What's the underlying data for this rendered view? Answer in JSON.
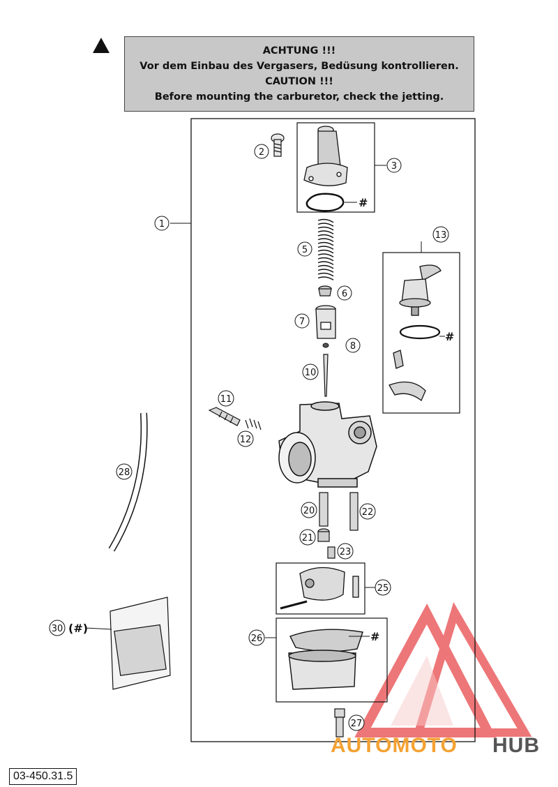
{
  "warning": {
    "line1": "ACHTUNG !!!",
    "line2": "Vor dem Einbau des Vergasers, Bedüsung kontrollieren.",
    "line3": "CAUTION !!!",
    "line4": "Before mounting the carburetor, check the jetting."
  },
  "callouts": {
    "c1": "1",
    "c2": "2",
    "c3": "3",
    "c5": "5",
    "c6": "6",
    "c7": "7",
    "c8": "8",
    "c10": "10",
    "c11": "11",
    "c12": "12",
    "c13": "13",
    "c20": "20",
    "c21": "21",
    "c22": "22",
    "c23": "23",
    "c25": "25",
    "c26": "26",
    "c27": "27",
    "c28": "28",
    "c30": "30"
  },
  "c30_suffix": "(#)",
  "hash_mark": "#",
  "reference_code": "03-450.31.5",
  "watermark": {
    "part1": "AUTOMOTO",
    "part2": "HUB",
    "color_primary": "#e8494b",
    "color_secondary": "#f4a233",
    "color_dark": "#555555"
  }
}
